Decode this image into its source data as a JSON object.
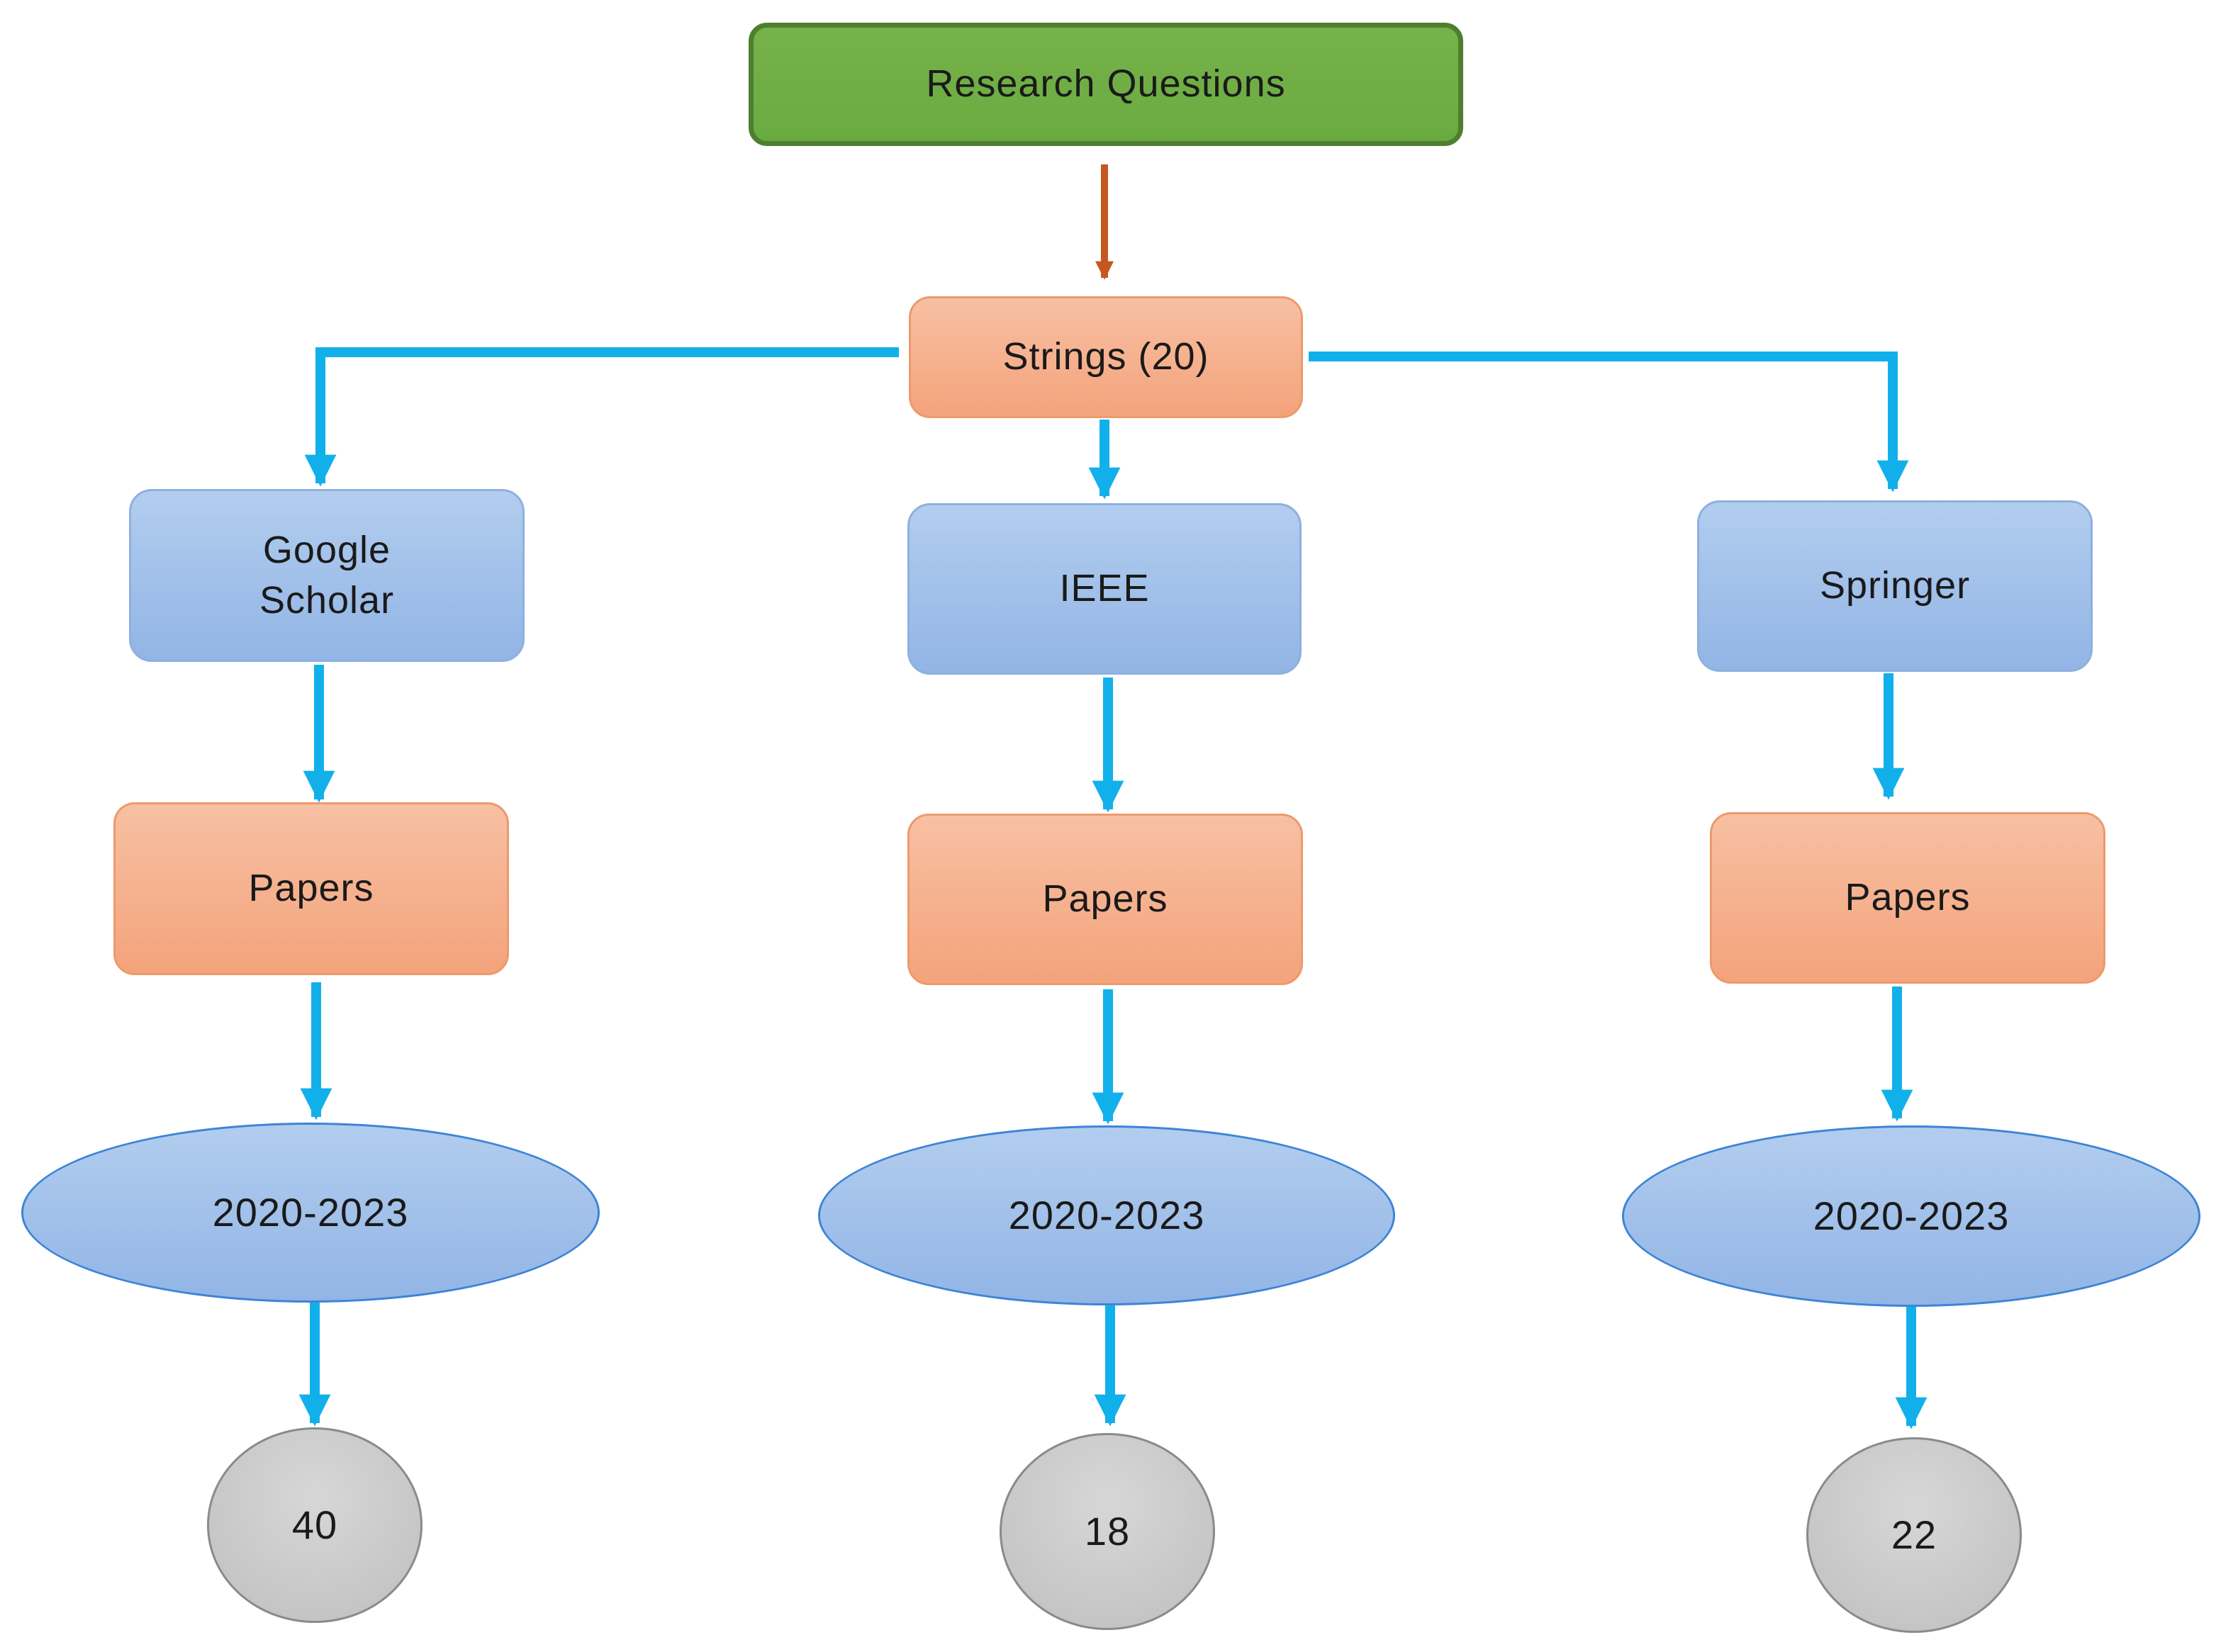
{
  "colors": {
    "connector": "#12b0eb",
    "top_connector": "#c4581f",
    "green_fill": "#6fae44",
    "orange_fill": "#f5ad88",
    "blue_fill": "#a2c1ea",
    "grey_fill": "#c9c9c9"
  },
  "diagram": {
    "root": {
      "label": "Research Questions"
    },
    "strings": {
      "label": "Strings (20)"
    },
    "sources": [
      {
        "name_lines": [
          "Google",
          "Scholar"
        ],
        "papers": "Papers",
        "years": "2020-2023",
        "count": "40"
      },
      {
        "name_lines": [
          "IEEE"
        ],
        "papers": "Papers",
        "years": "2020-2023",
        "count": "18"
      },
      {
        "name_lines": [
          "Springer"
        ],
        "papers": "Papers",
        "years": "2020-2023",
        "count": "22"
      }
    ]
  }
}
